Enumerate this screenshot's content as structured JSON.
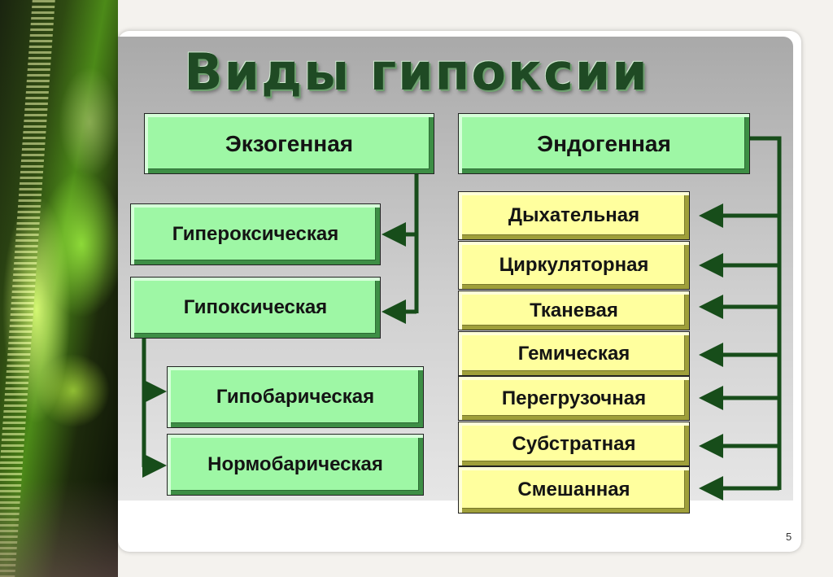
{
  "title": "Виды гипоксии",
  "exogenous": {
    "label": "Экзогенная",
    "children": [
      "Гипероксическая",
      "Гипоксическая"
    ],
    "hypoxic_children": [
      "Гипобарическая",
      "Нормобарическая"
    ]
  },
  "endogenous": {
    "label": "Эндогенная",
    "children": [
      "Дыхательная",
      "Циркуляторная",
      "Тканевая",
      "Гемическая",
      "Перегрузочная",
      "Субстратная",
      "Смешанная"
    ]
  },
  "slide_number": "5",
  "colors": {
    "green_box": "#9ef7a5",
    "yellow_box": "#ffff9e",
    "connector": "#174d1a",
    "title": "#1f4a24"
  }
}
